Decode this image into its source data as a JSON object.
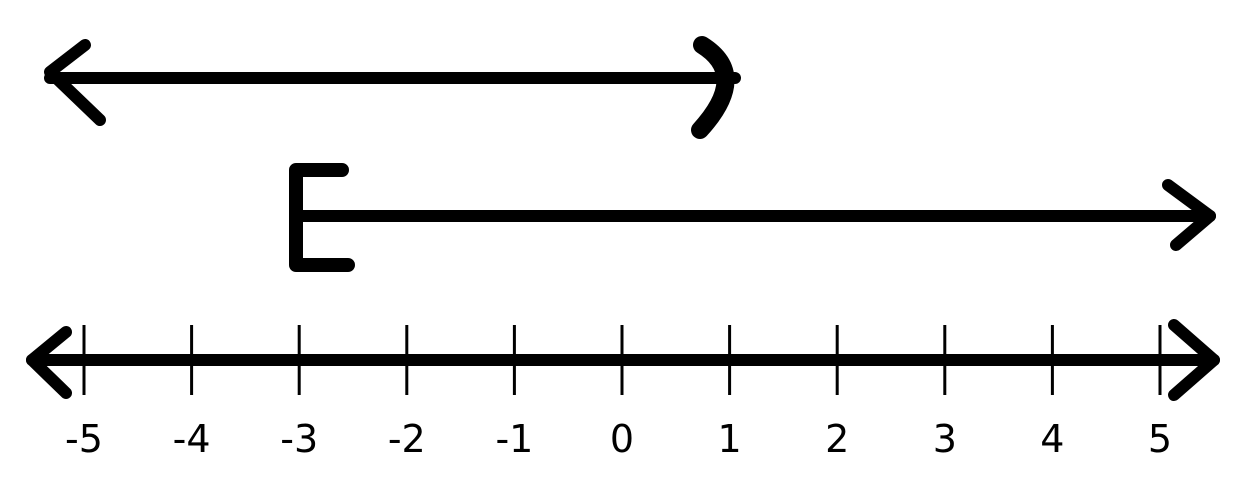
{
  "number_line": {
    "ticks": [
      -5,
      -4,
      -3,
      -2,
      -1,
      0,
      1,
      2,
      3,
      4,
      5
    ],
    "tick_labels": [
      "-5",
      "-4",
      "-3",
      "-2",
      "-1",
      "0",
      "1",
      "2",
      "3",
      "4",
      "5"
    ],
    "both_ends_arrows": true
  },
  "ray_top": {
    "description_kind": "left-pointing arrow to right-pointing arrow",
    "from": "-infinity",
    "to": 1,
    "end_style": "parenthesis-arrow"
  },
  "ray_middle": {
    "from": -3,
    "to": "+infinity",
    "start_style": "bracket"
  },
  "colors": {
    "ink": "#000000",
    "background": "#ffffff"
  }
}
